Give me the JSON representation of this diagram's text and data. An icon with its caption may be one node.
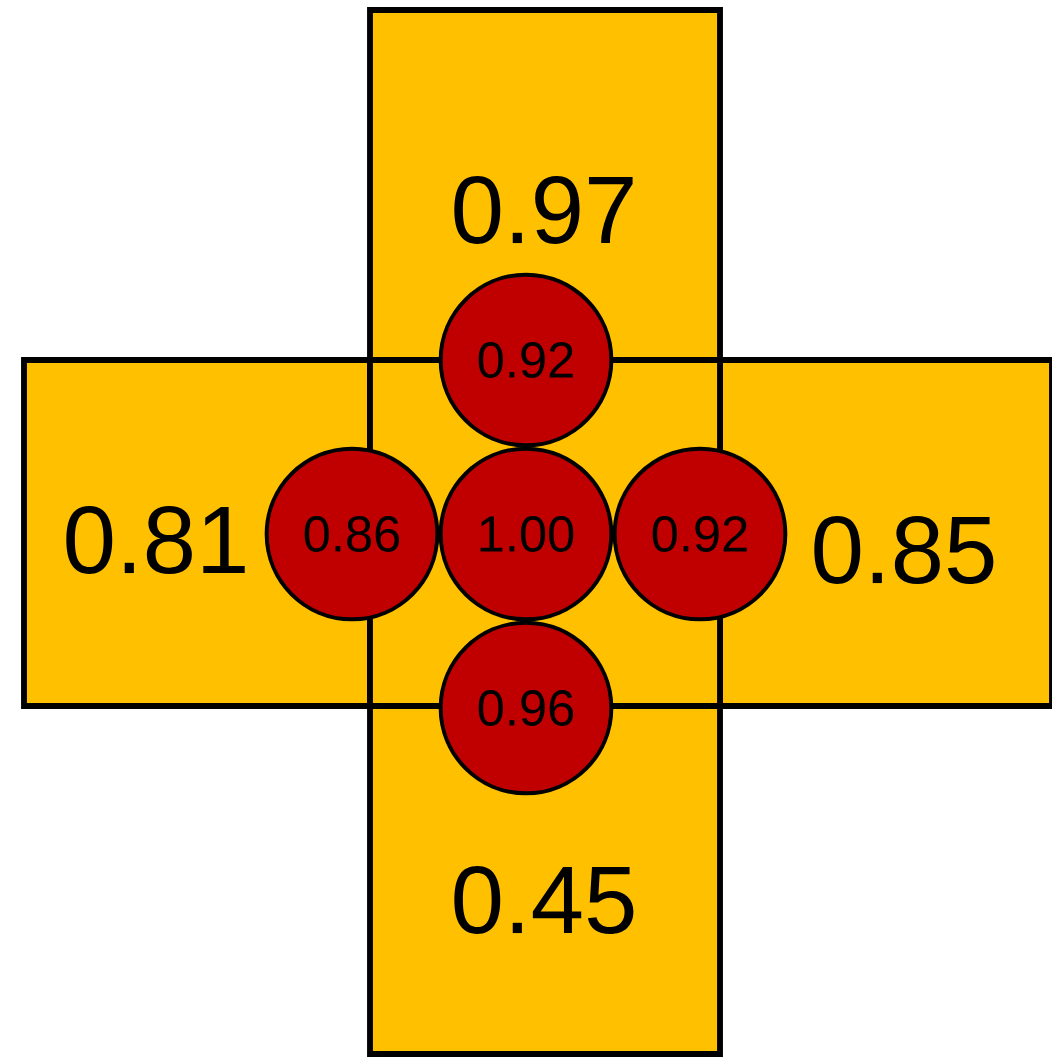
{
  "diagram": {
    "nodes": [
      {
        "text": [
          "0.97"
        ]
      },
      {
        "text": [
          "0.81"
        ]
      },
      {
        "text": [
          "0.85"
        ]
      },
      {
        "text": [
          "0.45"
        ]
      },
      {
        "text": [
          "0.92"
        ]
      },
      {
        "text": [
          "0.86"
        ]
      },
      {
        "text": [
          "1.00"
        ]
      },
      {
        "text": [
          "0.92"
        ]
      },
      {
        "text": [
          "0.96"
        ]
      }
    ]
  }
}
